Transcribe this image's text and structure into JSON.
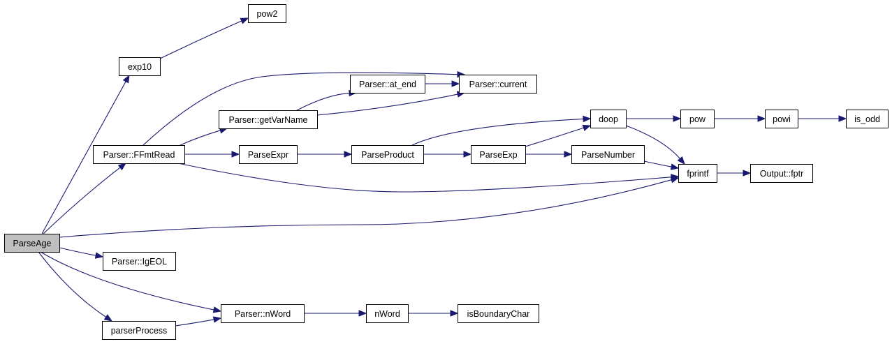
{
  "colors": {
    "edge": "#191970",
    "node_fill": "#ffffff",
    "root_fill": "#bfbfbf",
    "node_stroke": "#000000"
  },
  "nodes": [
    {
      "id": "ParseAge",
      "label": "ParseAge",
      "root": true
    },
    {
      "id": "exp10",
      "label": "exp10"
    },
    {
      "id": "pow2",
      "label": "pow2"
    },
    {
      "id": "FFmtRead",
      "label": "Parser::FFmtRead"
    },
    {
      "id": "IgEOL",
      "label": "Parser::IgEOL"
    },
    {
      "id": "parserProcess",
      "label": "parserProcess"
    },
    {
      "id": "getVarName",
      "label": "Parser::getVarName"
    },
    {
      "id": "at_end",
      "label": "Parser::at_end"
    },
    {
      "id": "current",
      "label": "Parser::current"
    },
    {
      "id": "ParseExpr",
      "label": "ParseExpr"
    },
    {
      "id": "ParseProduct",
      "label": "ParseProduct"
    },
    {
      "id": "ParseExp",
      "label": "ParseExp"
    },
    {
      "id": "ParseNumber",
      "label": "ParseNumber"
    },
    {
      "id": "doop",
      "label": "doop"
    },
    {
      "id": "pow",
      "label": "pow"
    },
    {
      "id": "powi",
      "label": "powi"
    },
    {
      "id": "is_odd",
      "label": "is_odd"
    },
    {
      "id": "fprintf",
      "label": "fprintf"
    },
    {
      "id": "fptr",
      "label": "Output::fptr"
    },
    {
      "id": "nWord_parser",
      "label": "Parser::nWord"
    },
    {
      "id": "nWord",
      "label": "nWord"
    },
    {
      "id": "isBoundaryChar",
      "label": "isBoundaryChar"
    }
  ],
  "edges": [
    {
      "from": "ParseAge",
      "to": "exp10"
    },
    {
      "from": "exp10",
      "to": "pow2"
    },
    {
      "from": "ParseAge",
      "to": "FFmtRead"
    },
    {
      "from": "ParseAge",
      "to": "fprintf"
    },
    {
      "from": "ParseAge",
      "to": "IgEOL"
    },
    {
      "from": "ParseAge",
      "to": "nWord_parser"
    },
    {
      "from": "ParseAge",
      "to": "parserProcess"
    },
    {
      "from": "FFmtRead",
      "to": "current"
    },
    {
      "from": "FFmtRead",
      "to": "getVarName"
    },
    {
      "from": "FFmtRead",
      "to": "ParseExpr"
    },
    {
      "from": "FFmtRead",
      "to": "fprintf"
    },
    {
      "from": "getVarName",
      "to": "at_end"
    },
    {
      "from": "getVarName",
      "to": "current"
    },
    {
      "from": "at_end",
      "to": "current"
    },
    {
      "from": "ParseExpr",
      "to": "ParseProduct"
    },
    {
      "from": "ParseProduct",
      "to": "doop"
    },
    {
      "from": "ParseProduct",
      "to": "ParseExp"
    },
    {
      "from": "ParseExp",
      "to": "doop"
    },
    {
      "from": "ParseExp",
      "to": "ParseNumber"
    },
    {
      "from": "ParseNumber",
      "to": "fprintf"
    },
    {
      "from": "doop",
      "to": "pow"
    },
    {
      "from": "doop",
      "to": "fprintf"
    },
    {
      "from": "pow",
      "to": "powi"
    },
    {
      "from": "powi",
      "to": "is_odd"
    },
    {
      "from": "fprintf",
      "to": "fptr"
    },
    {
      "from": "parserProcess",
      "to": "nWord_parser"
    },
    {
      "from": "nWord_parser",
      "to": "nWord"
    },
    {
      "from": "nWord",
      "to": "isBoundaryChar"
    }
  ]
}
